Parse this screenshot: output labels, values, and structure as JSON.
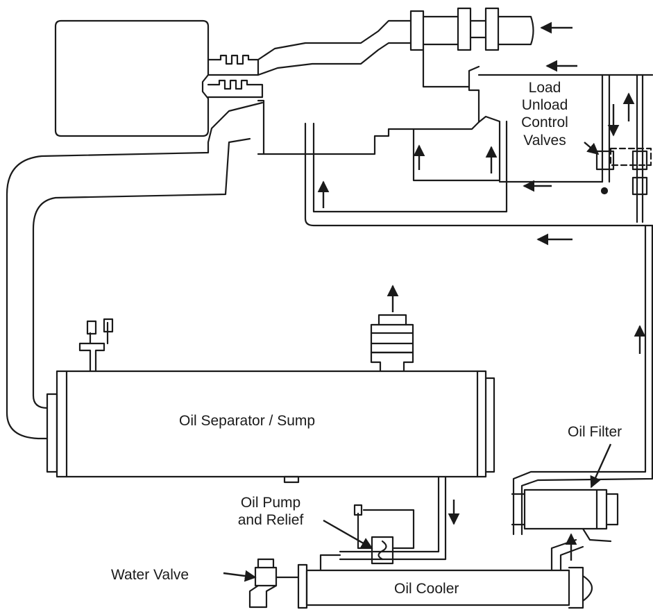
{
  "labels": {
    "load_unload_line1": "Load",
    "load_unload_line2": "Unload",
    "load_unload_line3": "Control",
    "load_unload_line4": "Valves",
    "oil_separator": "Oil Separator / Sump",
    "oil_filter": "Oil Filter",
    "oil_pump_line1": "Oil Pump",
    "oil_pump_line2": "and Relief",
    "water_valve": "Water Valve",
    "oil_cooler": "Oil Cooler"
  },
  "colors": {
    "line": "#1a1a1a",
    "background": "#ffffff"
  }
}
